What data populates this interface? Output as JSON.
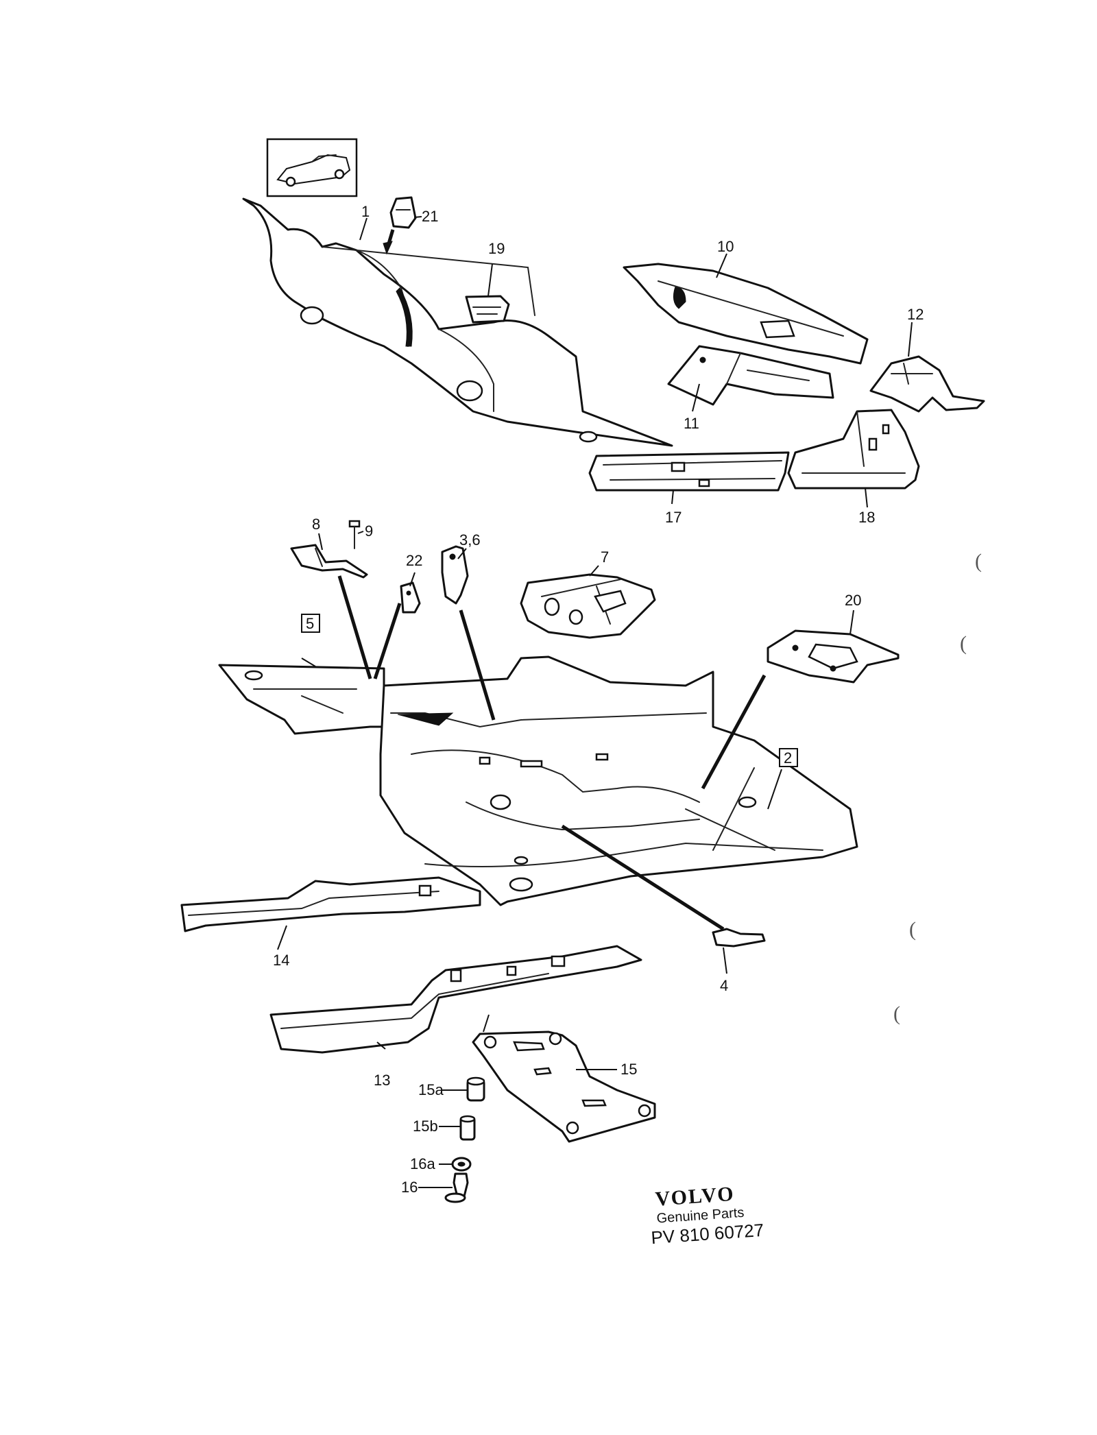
{
  "callouts": {
    "c1": "1",
    "c2": "2",
    "c36": "3,6",
    "c4": "4",
    "c5": "5",
    "c7": "7",
    "c8": "8",
    "c9": "9",
    "c10": "10",
    "c11": "11",
    "c12": "12",
    "c13": "13",
    "c14": "14",
    "c15": "15",
    "c15a": "15a",
    "c15b": "15b",
    "c16": "16",
    "c16a": "16a",
    "c17": "17",
    "c18": "18",
    "c19": "19",
    "c20": "20",
    "c21": "21",
    "c22": "22"
  },
  "branding": {
    "logo": "VOLVO",
    "tagline": "Genuine Parts",
    "part_number": "PV 810 60727"
  },
  "margin_marks": [
    "(",
    "(",
    "(",
    "("
  ],
  "icons": {
    "car_thumbnail": "car-sedan-icon"
  }
}
